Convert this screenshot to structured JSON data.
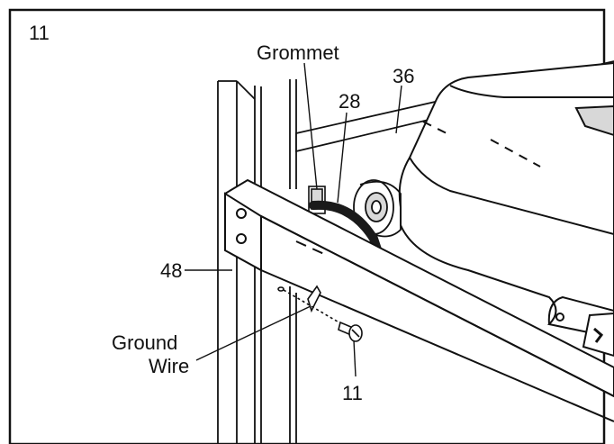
{
  "figure": {
    "step_number": "11",
    "callouts": {
      "grommet": "Grommet",
      "part_36": "36",
      "part_28": "28",
      "part_48": "48",
      "ground_wire_line1": "Ground",
      "ground_wire_line2": "Wire",
      "part_11": "11"
    }
  },
  "colors": {
    "line": "#111111",
    "shade": "#d8d8d8",
    "dark_part": "#1a1a1a",
    "background": "#ffffff"
  }
}
